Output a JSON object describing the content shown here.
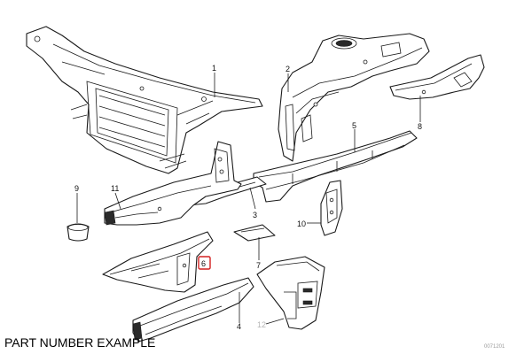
{
  "caption": "PART NUMBER EXAMPLE",
  "drawing_code": "0071201",
  "highlighted_part": "6",
  "highlight_color": "#d32020",
  "callouts": {
    "p1": "1",
    "p2": "2",
    "p3": "3",
    "p4": "4",
    "p5": "5",
    "p6": "6",
    "p7": "7",
    "p8": "8",
    "p9": "9",
    "p10": "10",
    "p11": "11",
    "p12": "12"
  }
}
